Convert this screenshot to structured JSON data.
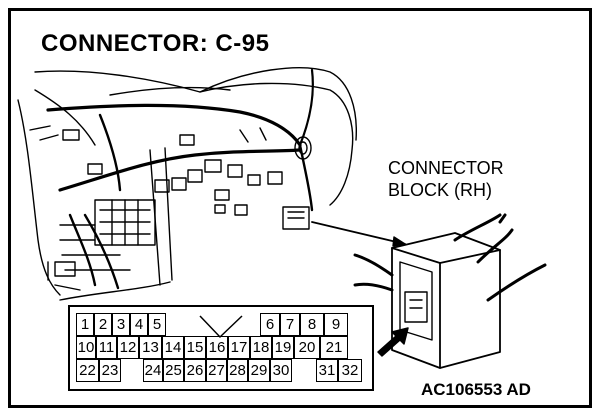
{
  "title": "CONNECTOR: C-95",
  "connector_block_label": [
    "CONNECTOR",
    "BLOCK (RH)"
  ],
  "figure_code": "AC106553 AD",
  "pin_rows": [
    [
      "1",
      "2",
      "3",
      "4",
      "5",
      "",
      "6",
      "7",
      "8",
      "9"
    ],
    [
      "10",
      "11",
      "12",
      "13",
      "14",
      "15",
      "16",
      "17",
      "18",
      "19",
      "20",
      "21"
    ],
    [
      "22",
      "23",
      "",
      "24",
      "25",
      "26",
      "27",
      "28",
      "29",
      "30",
      "",
      "31",
      "32"
    ]
  ]
}
